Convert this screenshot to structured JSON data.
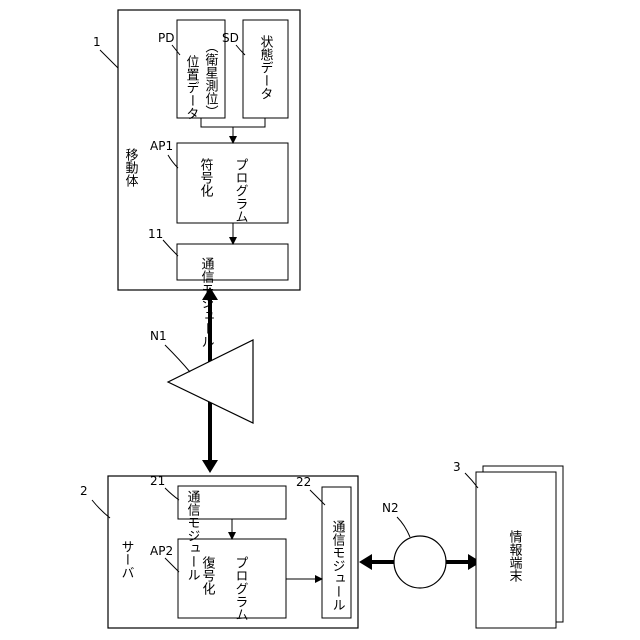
{
  "mobile": {
    "ref": "1",
    "title": "移動体",
    "position_data": {
      "ref": "PD",
      "line1": "位置データ",
      "line2": "（衛星測位）"
    },
    "status_data": {
      "ref": "SD",
      "text": "状態データ"
    },
    "encode_program": {
      "ref": "AP1",
      "line1": "符号化",
      "line2": "プログラム"
    },
    "comm_module": {
      "ref": "11",
      "text": "通信モジュール"
    }
  },
  "network1": {
    "ref": "N1"
  },
  "server": {
    "ref": "2",
    "title": "サーバ",
    "comm_module_a": {
      "ref": "21",
      "text": "通信モジュール"
    },
    "decode_program": {
      "ref": "AP2",
      "line1": "復号化",
      "line2": "プログラム"
    },
    "comm_module_b": {
      "ref": "22",
      "text": "通信モジュール"
    }
  },
  "network2": {
    "ref": "N2"
  },
  "terminal": {
    "ref": "3",
    "text": "情報端末"
  }
}
